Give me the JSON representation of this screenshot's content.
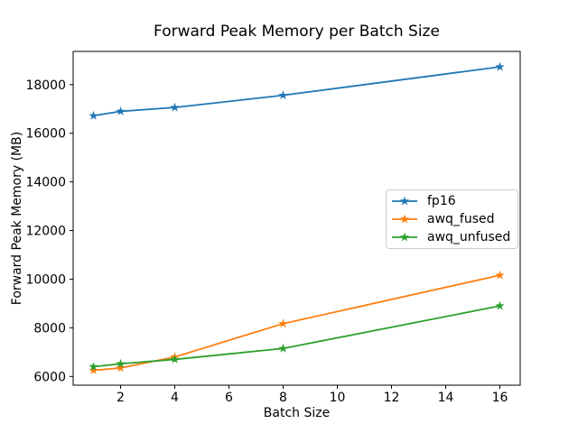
{
  "figure": {
    "background": "#ffffff",
    "axis_color": "#000000",
    "legend_border_color": "#cccccc"
  },
  "chart_data": {
    "type": "line",
    "title": "Forward Peak Memory per Batch Size",
    "xlabel": "Batch Size",
    "ylabel": "Forward Peak Memory (MB)",
    "x": [
      1,
      2,
      4,
      8,
      16
    ],
    "series": [
      {
        "name": "fp16",
        "color": "#1f77b4",
        "marker": "star",
        "values": [
          16720,
          16900,
          17060,
          17560,
          18730
        ]
      },
      {
        "name": "awq_fused",
        "color": "#ff7f0e",
        "marker": "star",
        "values": [
          6250,
          6350,
          6800,
          8170,
          10160
        ]
      },
      {
        "name": "awq_unfused",
        "color": "#2ca02c",
        "marker": "star",
        "values": [
          6400,
          6520,
          6700,
          7150,
          8900
        ]
      }
    ],
    "xticks": [
      2,
      4,
      6,
      8,
      10,
      12,
      14,
      16
    ],
    "yticks": [
      6000,
      8000,
      10000,
      12000,
      14000,
      16000,
      18000
    ],
    "xlim": [
      0.25,
      16.75
    ],
    "ylim": [
      5640,
      19365
    ],
    "grid": false,
    "legend_position": "center right"
  }
}
